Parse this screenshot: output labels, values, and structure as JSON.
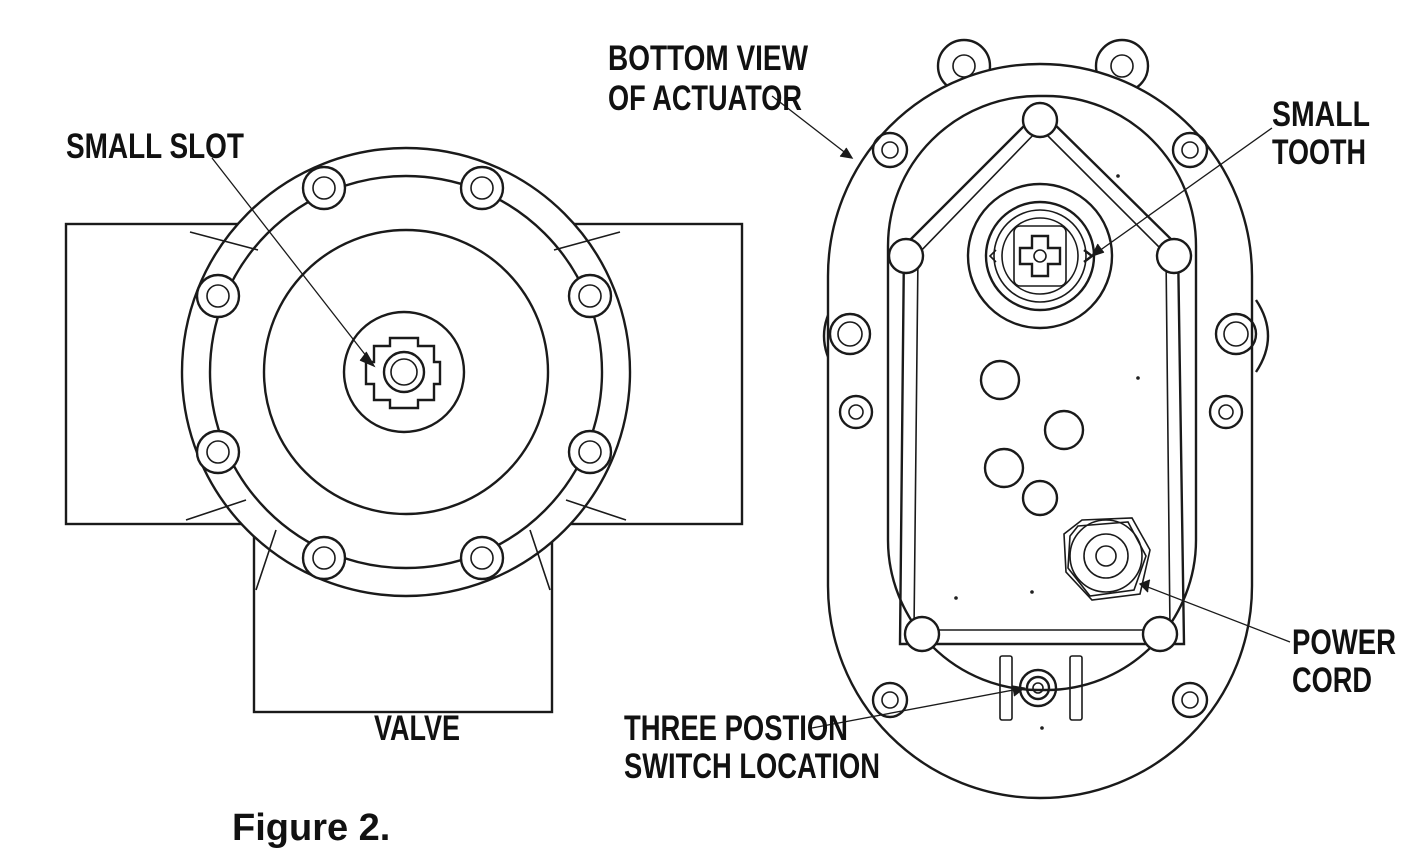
{
  "figure": {
    "caption": "Figure 2."
  },
  "labels": {
    "small_slot": "SMALL SLOT",
    "valve": "VALVE",
    "bottom_view_line1": "BOTTOM VIEW",
    "bottom_view_line2": "OF ACTUATOR",
    "small_tooth_line1": "SMALL",
    "small_tooth_line2": "TOOTH",
    "power_cord_line1": "POWER",
    "power_cord_line2": "CORD",
    "switch_line1": "THREE POSTION",
    "switch_line2": "SWITCH LOCATION"
  },
  "colors": {
    "line": "#1a1a1a",
    "text": "#111111",
    "background": "#ffffff"
  }
}
